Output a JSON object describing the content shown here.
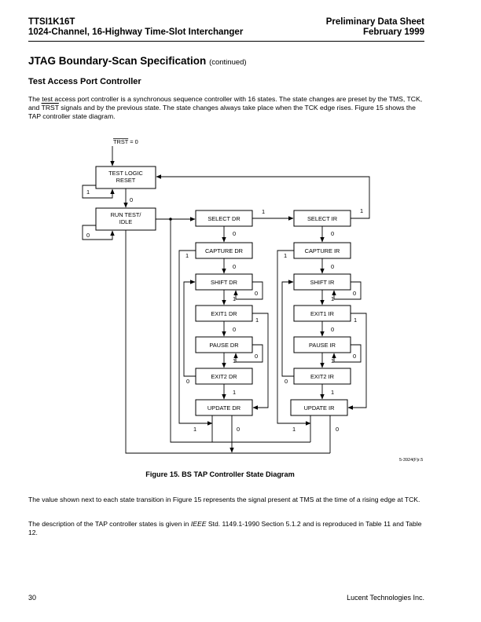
{
  "header": {
    "left_line1": "TTSI1K16T",
    "left_line2": "1024-Channel, 16-Highway Time-Slot Interchanger",
    "right_line1": "Preliminary Data Sheet",
    "right_line2": "February 1999"
  },
  "section": {
    "title": "JTAG Boundary-Scan Specification",
    "continued": "(continued)"
  },
  "subsection_title": "Test Access Port Controller",
  "para1": {
    "a": "The test access port controller is a synchronous sequence controller with 16 states. The state changes are preset by the TMS, TCK, and ",
    "trst": "TRST",
    "b": " signals and by the previous state. The state changes always take place when the TCK edge rises. Figure 15 shows the TAP controller state diagram."
  },
  "diagram": {
    "reset_label_overline": "TRST",
    "reset_label_rest": " = 0",
    "states": {
      "test_logic_reset_line1": "TEST LOGIC",
      "test_logic_reset_line2": "RESET",
      "run_test_idle_line1": "RUN TEST/",
      "run_test_idle_line2": "IDLE",
      "select_dr": "SELECT DR",
      "capture_dr": "CAPTURE DR",
      "shift_dr": "SHIFT DR",
      "exit1_dr": "EXIT1 DR",
      "pause_dr": "PAUSE DR",
      "exit2_dr": "EXIT2 DR",
      "update_dr": "UPDATE DR",
      "select_ir": "SELECT IR",
      "capture_ir": "CAPTURE IR",
      "shift_ir": "SHIFT IR",
      "exit1_ir": "EXIT1 IR",
      "pause_ir": "PAUSE IR",
      "exit2_ir": "EXIT2 IR",
      "update_ir": "UPDATE IR"
    },
    "labels": {
      "zero": "0",
      "one": "1"
    },
    "figure_id": "5-3924(F)r.5"
  },
  "caption": "Figure 15. BS TAP Controller State Diagram",
  "para2": "The value shown next to each state transition in Figure 15 represents the signal present at TMS at the time of a rising edge at TCK.",
  "para3": {
    "a": "The description of the TAP controller states is given in ",
    "ieee": "IEEE",
    "b": " Std. 1149.1-1990 Section 5.1.2 and is reproduced in Table 11 and Table 12."
  },
  "footer": {
    "page_number": "30",
    "company": "Lucent Technologies Inc."
  }
}
